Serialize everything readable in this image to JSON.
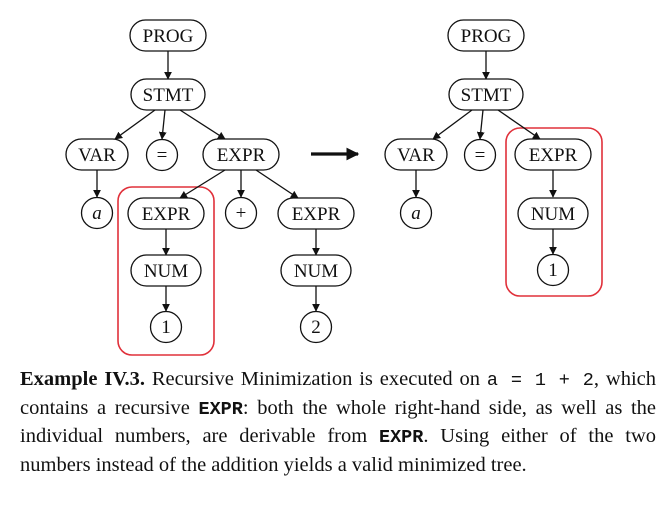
{
  "colors": {
    "highlight": "#e0303a",
    "stroke": "#111111"
  },
  "left_tree": {
    "prog": "PROG",
    "stmt": "STMT",
    "var": "VAR",
    "eq": "=",
    "expr": "EXPR",
    "a": "a",
    "expr_left": "EXPR",
    "plus": "+",
    "expr_right": "EXPR",
    "num_left": "NUM",
    "num_right": "NUM",
    "one": "1",
    "two": "2"
  },
  "right_tree": {
    "prog": "PROG",
    "stmt": "STMT",
    "var": "VAR",
    "eq": "=",
    "expr": "EXPR",
    "a": "a",
    "num": "NUM",
    "one": "1"
  },
  "caption": {
    "label": "Example IV.3.",
    "t1": " Recursive Minimization is executed on ",
    "code1": "a = 1 + 2",
    "t2": ", which contains a recursive ",
    "code2": "EXPR",
    "t3": ": both the whole right-hand side, as well as the individual numbers, are derivable from ",
    "code3": "EXPR",
    "t4": ". Using either of the two numbers instead of the addition yields a valid minimized tree."
  }
}
